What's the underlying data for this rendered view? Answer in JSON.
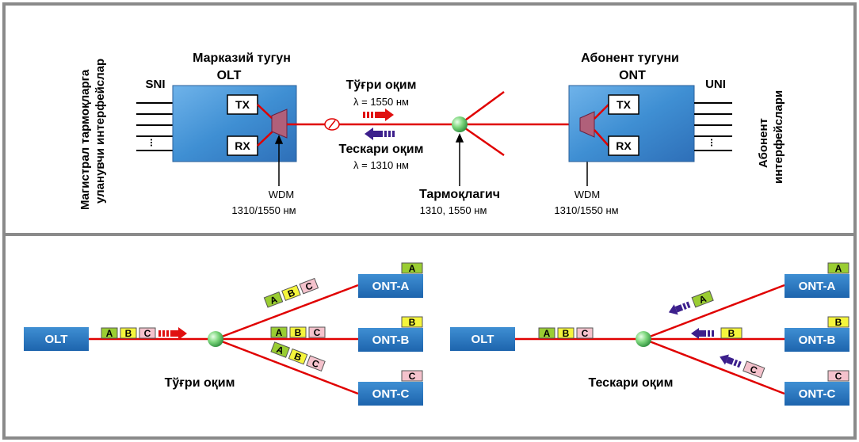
{
  "top": {
    "left_vertical_label": [
      "Магистрал тармоқларга",
      "уланувчи интерфейслар"
    ],
    "right_vertical_label": [
      "Абонент",
      "интерфейслари"
    ],
    "olt_title": "Марказий тугун",
    "olt_name": "OLT",
    "ont_title": "Абонент тугуни",
    "ont_name": "ONT",
    "sni_label": "SNI",
    "uni_label": "UNI",
    "tx_label": "TX",
    "rx_label": "RX",
    "ellipsis": "...",
    "downstream_title": "Тўғри оқим",
    "downstream_wavelength": "λ = 1550 нм",
    "upstream_title": "Тескари оқим",
    "upstream_wavelength": "λ = 1310 нм",
    "wdm_label": "WDM",
    "wdm_wavelengths": "1310/1550 нм",
    "splitter_title": "Тармоқлагич",
    "splitter_wavelengths": "1310, 1550 нм"
  },
  "bottom": {
    "olt": "OLT",
    "ont_a": "ONT-A",
    "ont_b": "ONT-B",
    "ont_c": "ONT-C",
    "packet_a": "A",
    "packet_b": "B",
    "packet_c": "C",
    "downstream_caption": "Тўғри оқим",
    "upstream_caption": "Тескари оқим"
  },
  "colors": {
    "fiber": "#e00000",
    "node_blue": "#3f8fd3",
    "node_dark": "#1a5fa8",
    "packet_green": "#9acd32",
    "packet_yellow": "#f5f53c",
    "packet_pink": "#f4c2cc",
    "arrow_down": "#e01010",
    "arrow_up": "#3c1f8c",
    "splitter": "#6ad36a",
    "wdm": "#a0506a",
    "frame": "#888888"
  },
  "icons": [
    "splitter-icon",
    "wdm-icon",
    "fiber-break-icon",
    "arrow-icon"
  ]
}
